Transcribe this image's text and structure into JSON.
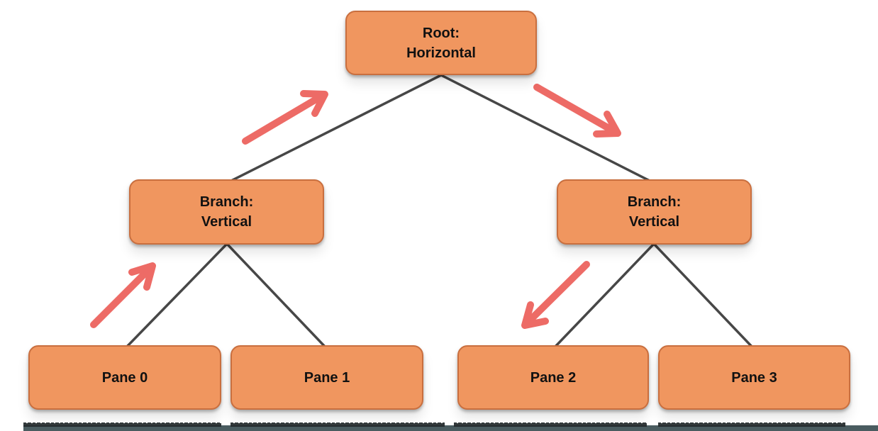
{
  "diagram": {
    "type": "tree",
    "description": "Binary split tree of panes: a horizontal root split containing two vertical branch splits, each with two leaf panes; red arrows show traversal direction.",
    "nodes": {
      "root": {
        "line1": "Root:",
        "line2": "Horizontal"
      },
      "branch_left": {
        "line1": "Branch:",
        "line2": "Vertical"
      },
      "branch_right": {
        "line1": "Branch:",
        "line2": "Vertical"
      },
      "pane0": {
        "label": "Pane 0"
      },
      "pane1": {
        "label": "Pane 1"
      },
      "pane2": {
        "label": "Pane 2"
      },
      "pane3": {
        "label": "Pane 3"
      }
    },
    "edges": [
      {
        "from": "root",
        "to": "branch_left"
      },
      {
        "from": "root",
        "to": "branch_right"
      },
      {
        "from": "branch_left",
        "to": "pane0"
      },
      {
        "from": "branch_left",
        "to": "pane1"
      },
      {
        "from": "branch_right",
        "to": "pane2"
      },
      {
        "from": "branch_right",
        "to": "pane3"
      }
    ],
    "arrows": [
      {
        "name": "left-branch-to-root",
        "direction": "up-right"
      },
      {
        "name": "root-to-right-branch",
        "direction": "down-right"
      },
      {
        "name": "pane0-to-left-branch",
        "direction": "up-right"
      },
      {
        "name": "right-branch-to-pane2",
        "direction": "down-left"
      }
    ]
  },
  "colors": {
    "bg": "#FFFFFF",
    "node_fill": "#F0965F",
    "node_border": "#C96F3F",
    "text_color": "#111111",
    "line_color": "#474747",
    "arrow_color": "#ED6B66",
    "strip_teal": "#4A5C60",
    "strip_dark": "#22292B"
  }
}
